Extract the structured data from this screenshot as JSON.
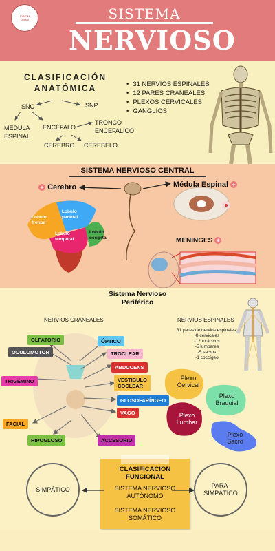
{
  "header": {
    "title_line1": "SISTEMA",
    "title_line2": "NERVIOSO",
    "logo_line1": "CIBIOM",
    "logo_line2": "UNAM"
  },
  "anatomica": {
    "title_line1": "CLASIFICACIÓN",
    "title_line2": "ANATÓMICA",
    "snc": "SNC",
    "snp": "SNP",
    "medula_line1": "MEDULA",
    "medula_line2": "ESPINAL",
    "encefalo": "ENCÉFALO",
    "tronco_line1": "TRONCO",
    "tronco_line2": "ENCEFALICO",
    "cerebro": "CEREBRO",
    "cerebelo": "CEREBELO",
    "bullets": [
      "31 NERVIOS ESPINALES",
      "12 PARES CRANEALES",
      "PLEXOS CERVICALES",
      "GANGLIOS"
    ]
  },
  "snc_section": {
    "title": "SISTEMA NERVIOSO CENTRAL",
    "cerebro": "Cerebro",
    "medula": "Médula Espinal",
    "meninges": "MENINGES",
    "lobes": {
      "frontal": "Lobulo frontal",
      "parietal": "Lobulo parietal",
      "temporal": "Lobulo temporal",
      "occipital": "Lobulo occipital"
    }
  },
  "snp_section": {
    "title_line1": "Sistema Nervioso",
    "title_line2": "Periférico",
    "craneales_title": "NERVIOS CRANEALES",
    "espinales_title": "NERVIOS ESPINALES",
    "espinales_text": [
      "31 pares de nervios espinales:",
      "-8 cervicales",
      "-12 torácicos",
      "-5 lumbares",
      "-5 sacros",
      "-1 coccígeo"
    ],
    "nerves": {
      "olfatorio": "OLFATORIO",
      "oculomotor": "OCULOMOTOR",
      "trigemino": "TRIGÉMINO",
      "facial": "FACIAL",
      "hipogloso": "HIPOGLOSO",
      "optico": "ÓPTICO",
      "troclear": "TROCLEAR",
      "abducens": "ABDUCENS",
      "vestibulo_line1": "VESTIBULO",
      "vestibulo_line2": "COCLEAR",
      "glosofaringeo": "GLOSOFARÍNGEO",
      "vago": "VAGO",
      "accesorio": "ACCESORIO"
    },
    "plexos": {
      "cervical_line1": "Plexo",
      "cervical_line2": "Cervical",
      "braquial_line1": "Plexo",
      "braquial_line2": "Braquial",
      "lumbar_line1": "Plexo",
      "lumbar_line2": "Lumbar",
      "sacro_line1": "Plexo",
      "sacro_line2": "Sacro"
    }
  },
  "funcional": {
    "title_line1": "CLASIFICACIÓN",
    "title_line2": "FUNCIONAL",
    "autonomo_line1": "SISTEMA NERVIOSO",
    "autonomo_line2": "AUTÓNOMO",
    "somatico_line1": "SISTEMA NERVIOSO",
    "somatico_line2": "SOMÁTICO",
    "simpatico": "SIMPÁTICO",
    "parasimpatico_line1": "PARA-",
    "parasimpatico_line2": "SIMPÁTICO"
  },
  "colors": {
    "header": "#e27b7b",
    "section_peach": "#f7c8a3",
    "section_cream": "#fbf1c4",
    "funcional_box": "#f6c244"
  }
}
